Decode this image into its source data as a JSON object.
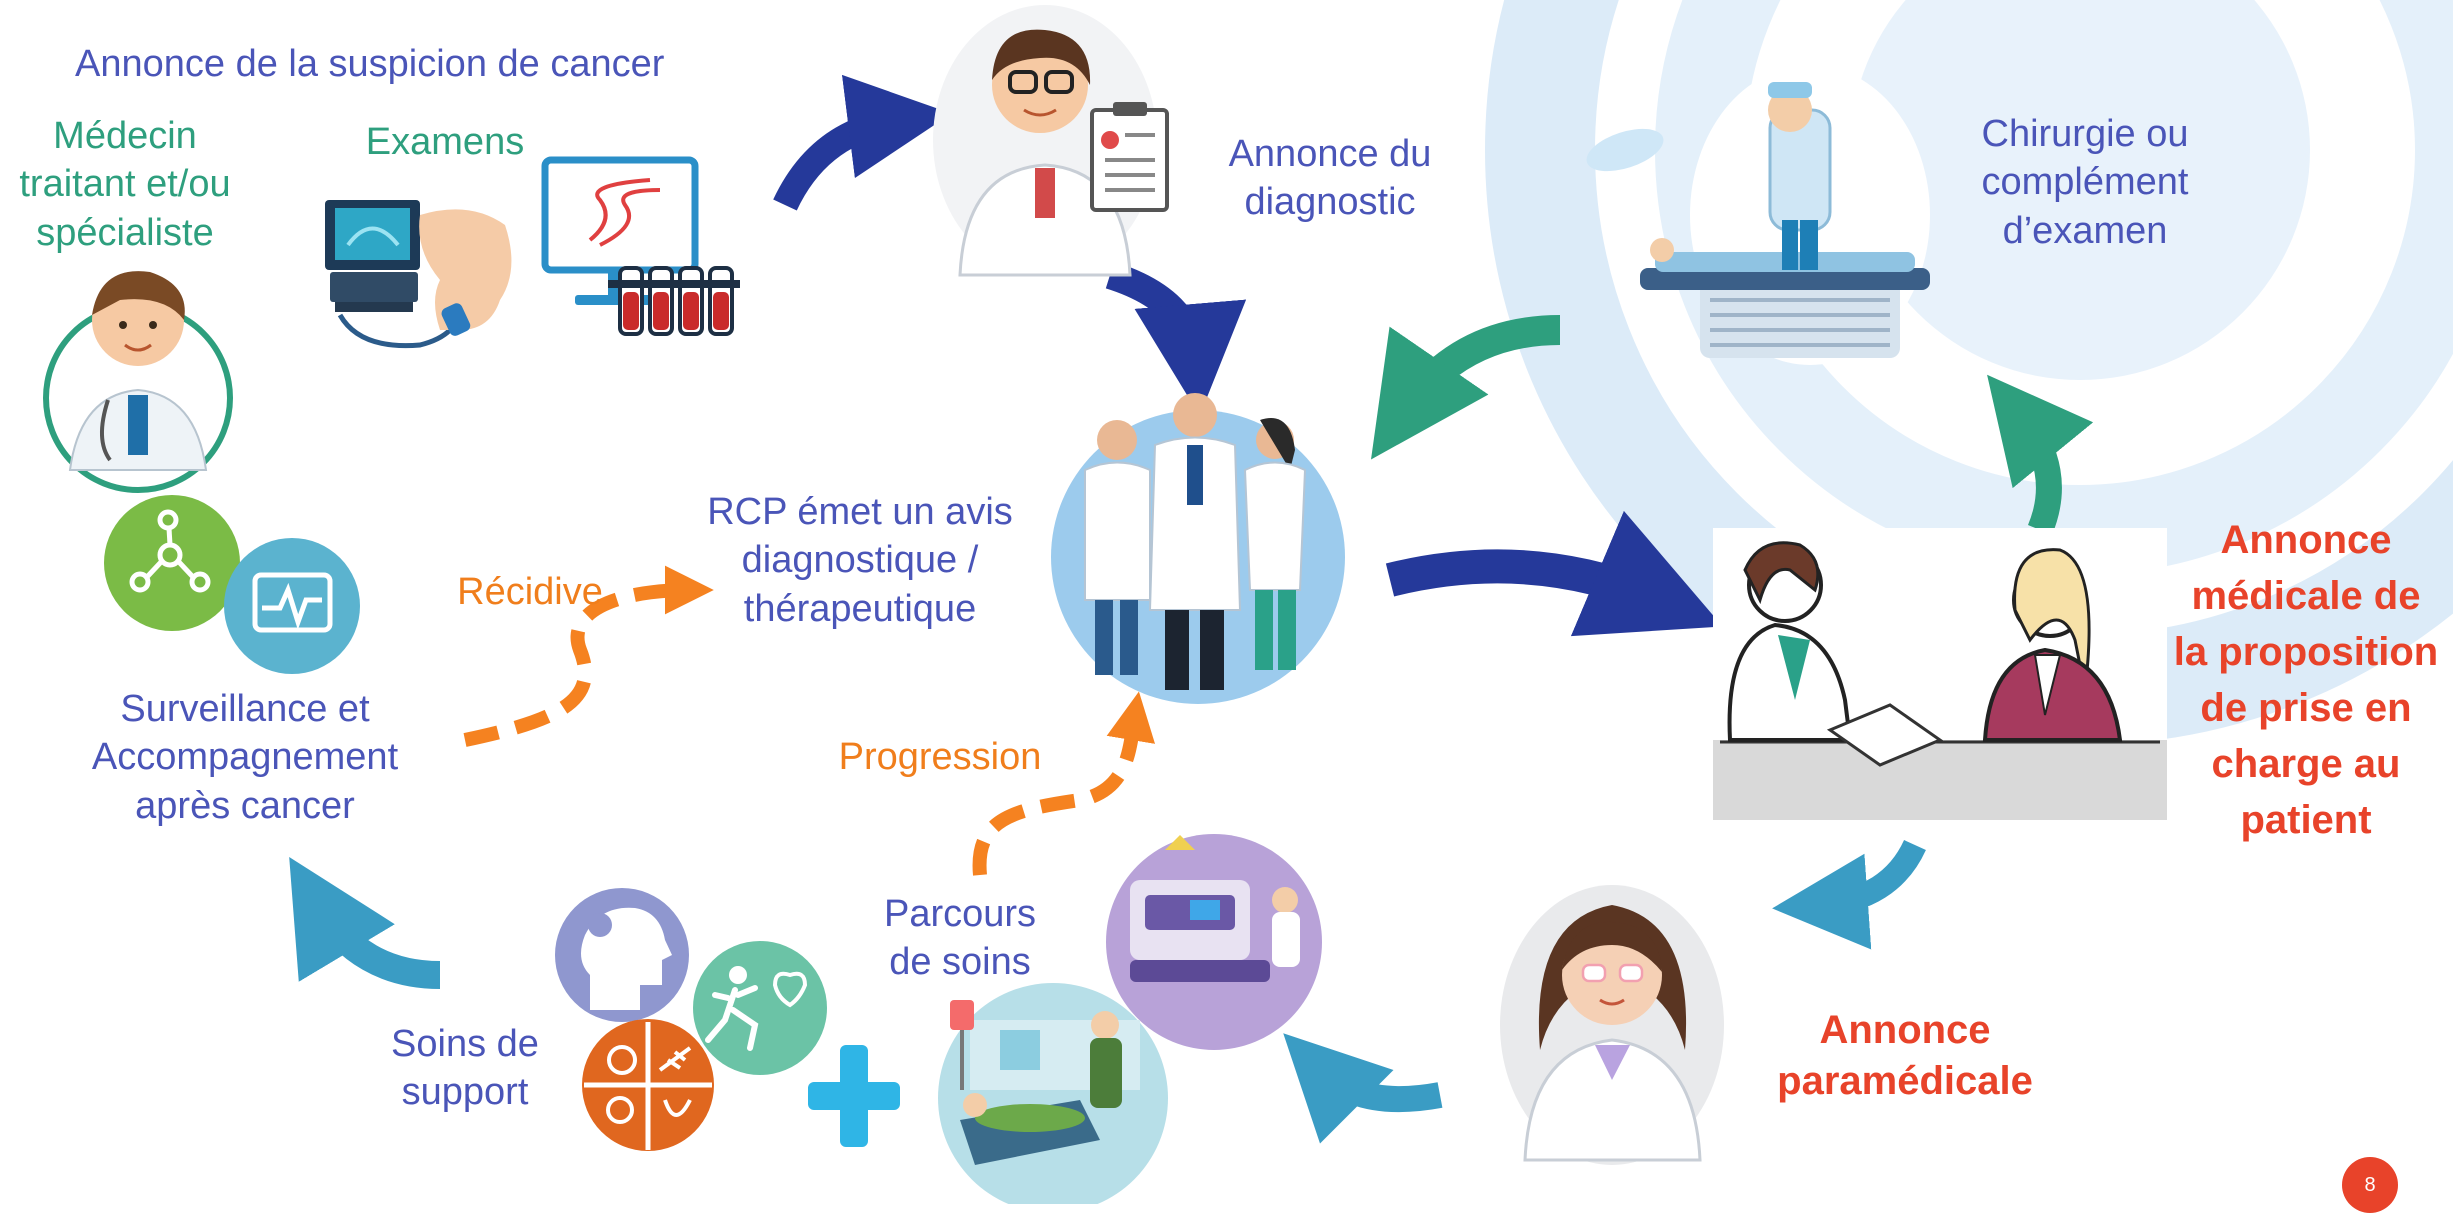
{
  "colors": {
    "navy_arrow": "#25399a",
    "green_arrow": "#2e9f7e",
    "teal_arrow": "#3a9cc4",
    "orange_dash": "#f58220",
    "label_blue": "#4a55b8",
    "label_green": "#2e9f7e",
    "label_red": "#e8432a",
    "page_badge": "#e8432a",
    "background_swirl": "#dcebf8"
  },
  "labels": {
    "suspicion": "Annonce de la suspicion de cancer",
    "medecin": [
      "Médecin",
      "traitant et/ou",
      "spécialiste"
    ],
    "examens": "Examens",
    "annonce_diagnostic": [
      "Annonce du",
      "diagnostic"
    ],
    "chirurgie": [
      "Chirurgie ou",
      "complément",
      "d’examen"
    ],
    "rcp": [
      "RCP émet un avis",
      "diagnostique /",
      "thérapeutique"
    ],
    "recidive": "Récidive",
    "progression": "Progression",
    "surveillance": [
      "Surveillance et",
      "Accompagnement",
      "après cancer"
    ],
    "annonce_medicale": [
      "Annonce",
      "médicale de",
      "la proposition",
      "de prise en",
      "charge au",
      "patient"
    ],
    "parcours": [
      "Parcours",
      "de soins"
    ],
    "soins_support": [
      "Soins de",
      "support"
    ],
    "annonce_paramedicale": [
      "Annonce",
      "paramédicale"
    ]
  },
  "icons": [
    "doctor-avatar-icon",
    "ultrasound-icon",
    "dna-test-icon",
    "doctor-clipboard-icon",
    "surgery-icon",
    "medical-team-icon",
    "consultation-icon",
    "nurse-icon",
    "network-icon",
    "monitor-icon",
    "psychology-icon",
    "running-icon",
    "nutrition-icon",
    "plus-icon",
    "radiotherapy-icon",
    "hospital-care-icon"
  ],
  "page_number": "8"
}
